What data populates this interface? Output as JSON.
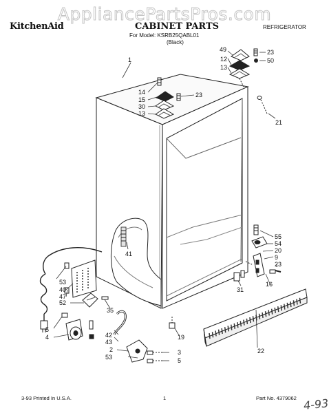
{
  "watermark": "AppliancePartsPros.com",
  "header": {
    "brand": "KitchenAid",
    "title": "CABINET PARTS",
    "model_line": "For Model: KSRB25QABL01",
    "variant": "(Black)",
    "category": "REFRIGERATOR"
  },
  "footer": {
    "printed": "3-93 Printed In U.S.A.",
    "page": "1",
    "part_no": "Part No. 4379062",
    "handwritten": "4-93"
  },
  "part_labels": {
    "p1": "1",
    "p49": "49",
    "p23a": "23",
    "p12a": "12",
    "p50": "50",
    "p13a": "13",
    "p14": "14",
    "p15": "15",
    "p23b": "23",
    "p30": "30",
    "p13b": "13",
    "p21": "21",
    "p55": "55",
    "p54": "54",
    "p20": "20",
    "p9": "9",
    "p23c": "23",
    "p16": "16",
    "p41": "41",
    "p31": "31",
    "p53a": "53",
    "p40": "40",
    "p47": "47",
    "p52": "52",
    "p35": "35",
    "p5a": "5",
    "p4": "4",
    "p42": "42",
    "p43": "43",
    "p2": "2",
    "p53b": "53",
    "p19": "19",
    "p3": "3",
    "p5b": "5",
    "p22": "22"
  }
}
